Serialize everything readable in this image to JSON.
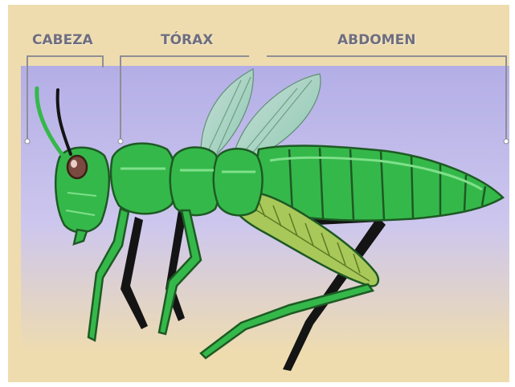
{
  "labels": {
    "head": "CABEZA",
    "thorax": "TÓRAX",
    "abdomen": "ABDOMEN"
  },
  "colors": {
    "background": "#efdcae",
    "band": "#bdb6e6",
    "body_green": "#35b84a",
    "body_light": "#7fe08a",
    "outline": "#1e5a24",
    "label_text": "#6e6e80",
    "eye": "#7a4a40"
  }
}
